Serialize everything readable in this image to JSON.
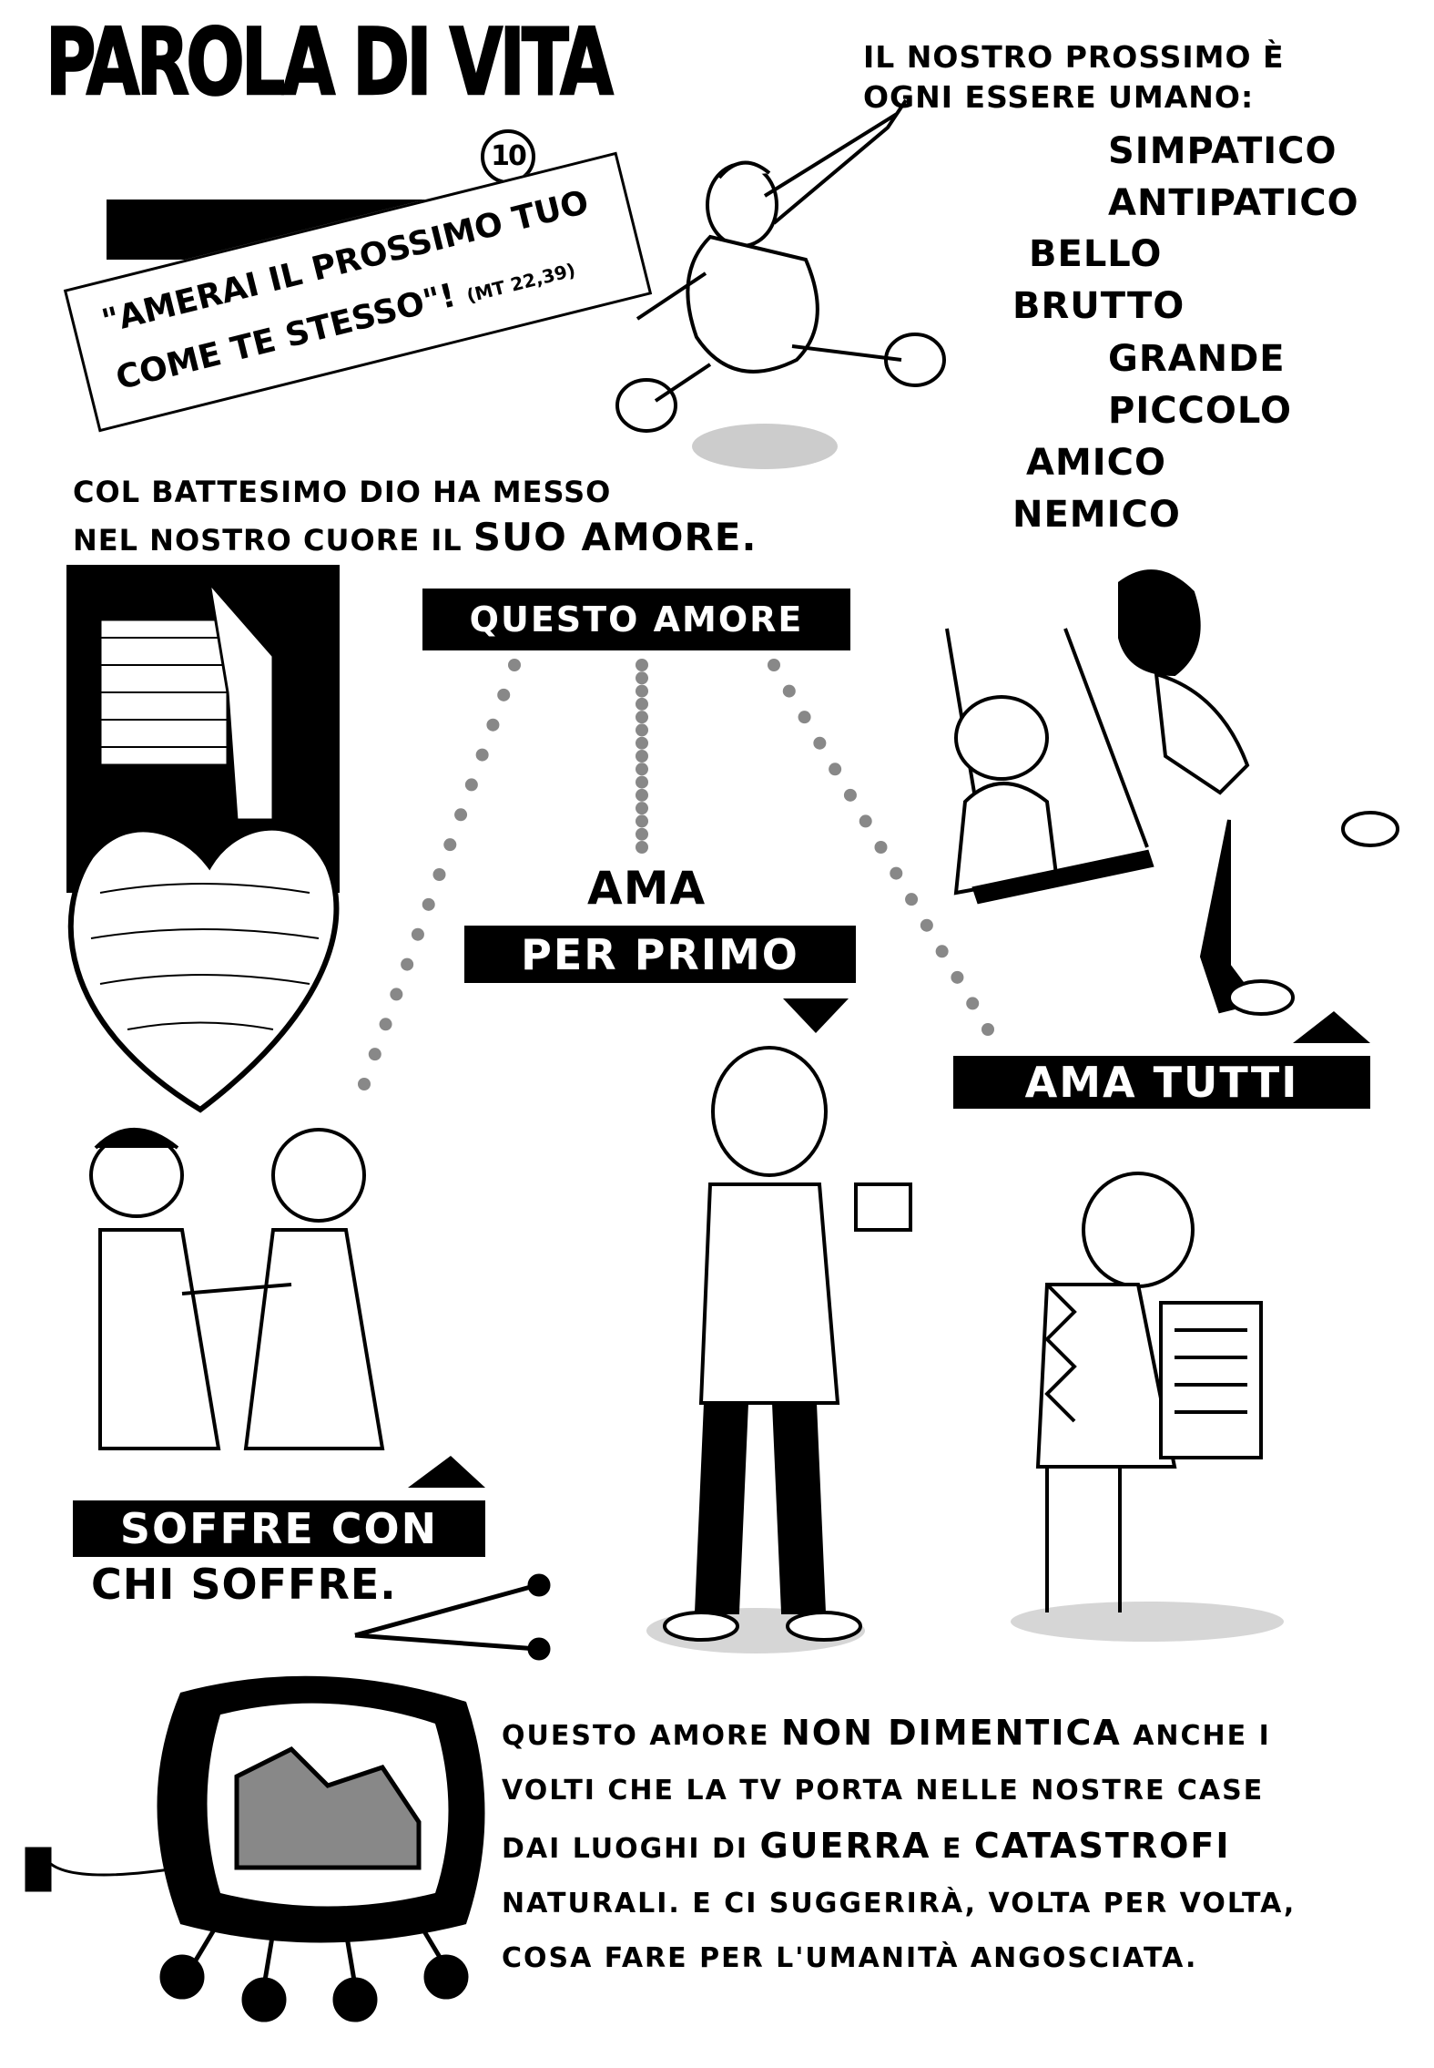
{
  "header": {
    "title": "PAROLA DI VITA",
    "number": "10"
  },
  "quote": {
    "line1": "\"AMERAI IL PROSSIMO TUO",
    "line2": "COME TE STESSO\"!",
    "reference": "(MT 22,39)"
  },
  "neighbor": {
    "intro_line1": "IL NOSTRO PROSSIMO È",
    "intro_line2": "OGNI ESSERE UMANO:",
    "items": [
      "SIMPATICO",
      "ANTIPATICO",
      "BELLO",
      "BRUTTO",
      "GRANDE",
      "PICCOLO",
      "AMICO",
      "NEMICO"
    ]
  },
  "baptism": {
    "line1": "COL BATTESIMO DIO HA MESSO",
    "line2_a": "NEL NOSTRO CUORE IL ",
    "line2_b": "SUO AMORE."
  },
  "labels": {
    "questo_amore": "QUESTO AMORE",
    "ama": "AMA",
    "per_primo": "PER PRIMO",
    "ama_tutti": "AMA TUTTI",
    "soffre_con": "SOFFRE CON",
    "chi_soffre": "CHI SOFFRE."
  },
  "paragraph": {
    "l1a": "QUESTO AMORE ",
    "l1b": "NON DIMENTICA",
    "l1c": " ANCHE I",
    "l2": "VOLTI CHE LA TV PORTA NELLE NOSTRE CASE",
    "l3a": "DAI LUOGHI DI ",
    "l3b": "GUERRA",
    "l3c": " E ",
    "l3d": "CATASTROFI",
    "l4": "NATURALI. E CI SUGGERIRÀ, VOLTA PER VOLTA,",
    "l5": "COSA FARE PER L'UMANITÀ ANGOSCIATA."
  }
}
